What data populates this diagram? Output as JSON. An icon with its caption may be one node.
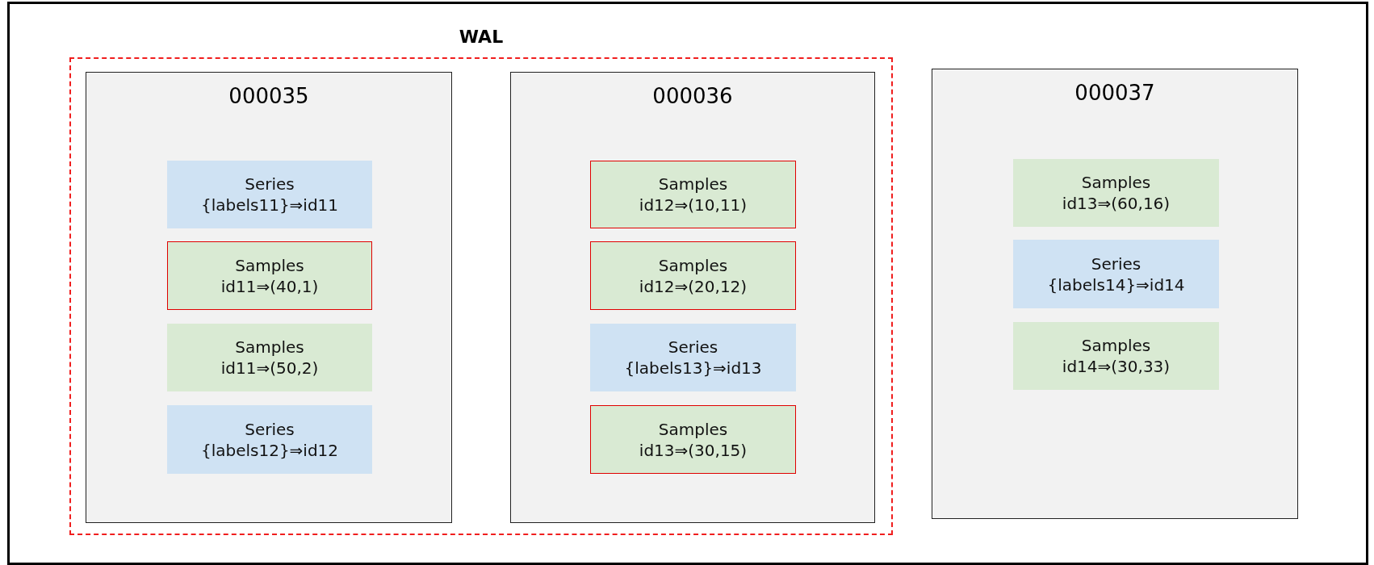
{
  "diagram": {
    "nodes": [
      {
        "text": [
          "WAL"
        ]
      },
      {
        "text": [
          "000035"
        ],
        "in": 0
      },
      {
        "text": [
          "Series",
          "{labels11}⇒id11"
        ],
        "in": 1
      },
      {
        "text": [
          "Samples",
          "id11⇒(40,1)"
        ],
        "in": 1
      },
      {
        "text": [
          "Samples",
          "id11⇒(50,2)"
        ],
        "in": 1
      },
      {
        "text": [
          "Series",
          "{labels12}⇒id12"
        ],
        "in": 1
      },
      {
        "text": [
          "000036"
        ],
        "in": 0
      },
      {
        "text": [
          "Samples",
          "id12⇒(10,11)"
        ],
        "in": 6
      },
      {
        "text": [
          "Samples",
          "id12⇒(20,12)"
        ],
        "in": 6
      },
      {
        "text": [
          "Series",
          "{labels13}⇒id13"
        ],
        "in": 6
      },
      {
        "text": [
          "Samples",
          "id13⇒(30,15)"
        ],
        "in": 6
      },
      {
        "text": [
          "000037"
        ]
      },
      {
        "text": [
          "Samples",
          "id13⇒(60,16)"
        ],
        "in": 11
      },
      {
        "text": [
          "Series",
          "{labels14}⇒id14"
        ],
        "in": 11
      },
      {
        "text": [
          "Samples",
          "id14⇒(30,33)"
        ],
        "in": 11
      }
    ]
  }
}
